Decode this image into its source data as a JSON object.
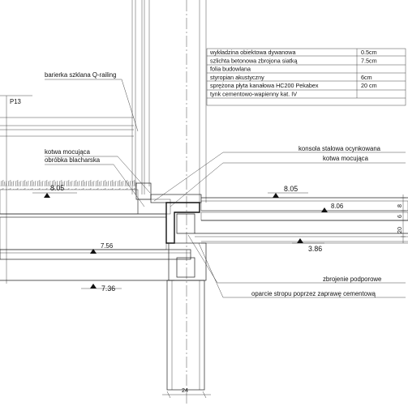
{
  "layer_table": [
    {
      "name": "wykładzina obiektowa dywanowa",
      "thickness": "0.5cm"
    },
    {
      "name": "szlichta betonowa zbrojona  siatką",
      "thickness": "7.5cm"
    },
    {
      "name": "folia budowlana",
      "thickness": ""
    },
    {
      "name": "styropian akustyczny",
      "thickness": "6cm"
    },
    {
      "name": "sprężona płyta kanałowa HC200 Pekabex",
      "thickness": "20 cm"
    },
    {
      "name": "tynk cementowo-wapienny kat. IV",
      "thickness": ""
    }
  ],
  "labels": {
    "railing": "barierka szklana Q-railing",
    "axis": "P13",
    "anchor_left": "kotwa mocująca",
    "flashing": "obróbka blacharska",
    "console": "konsola stalowa ocynkowana",
    "anchor_right": "kotwa mocująca",
    "support_reinforcement": "zbrojenie podporowe",
    "slab_support": "oparcie stropu poprzez zaprawę cementową"
  },
  "levels": {
    "terrace_top": "8.05",
    "floor_top": "8.05",
    "floor_small": "8.06",
    "slab_left": "7.56",
    "slab_right": "3.86",
    "soffit_left": "7.36"
  },
  "dimensions": {
    "wall_width": "24",
    "side_20": "20",
    "side_6": "6",
    "side_8": "8"
  },
  "colors": {
    "line": "#222222",
    "hatch": "#555555",
    "fill_light": "#f2f2f2"
  }
}
